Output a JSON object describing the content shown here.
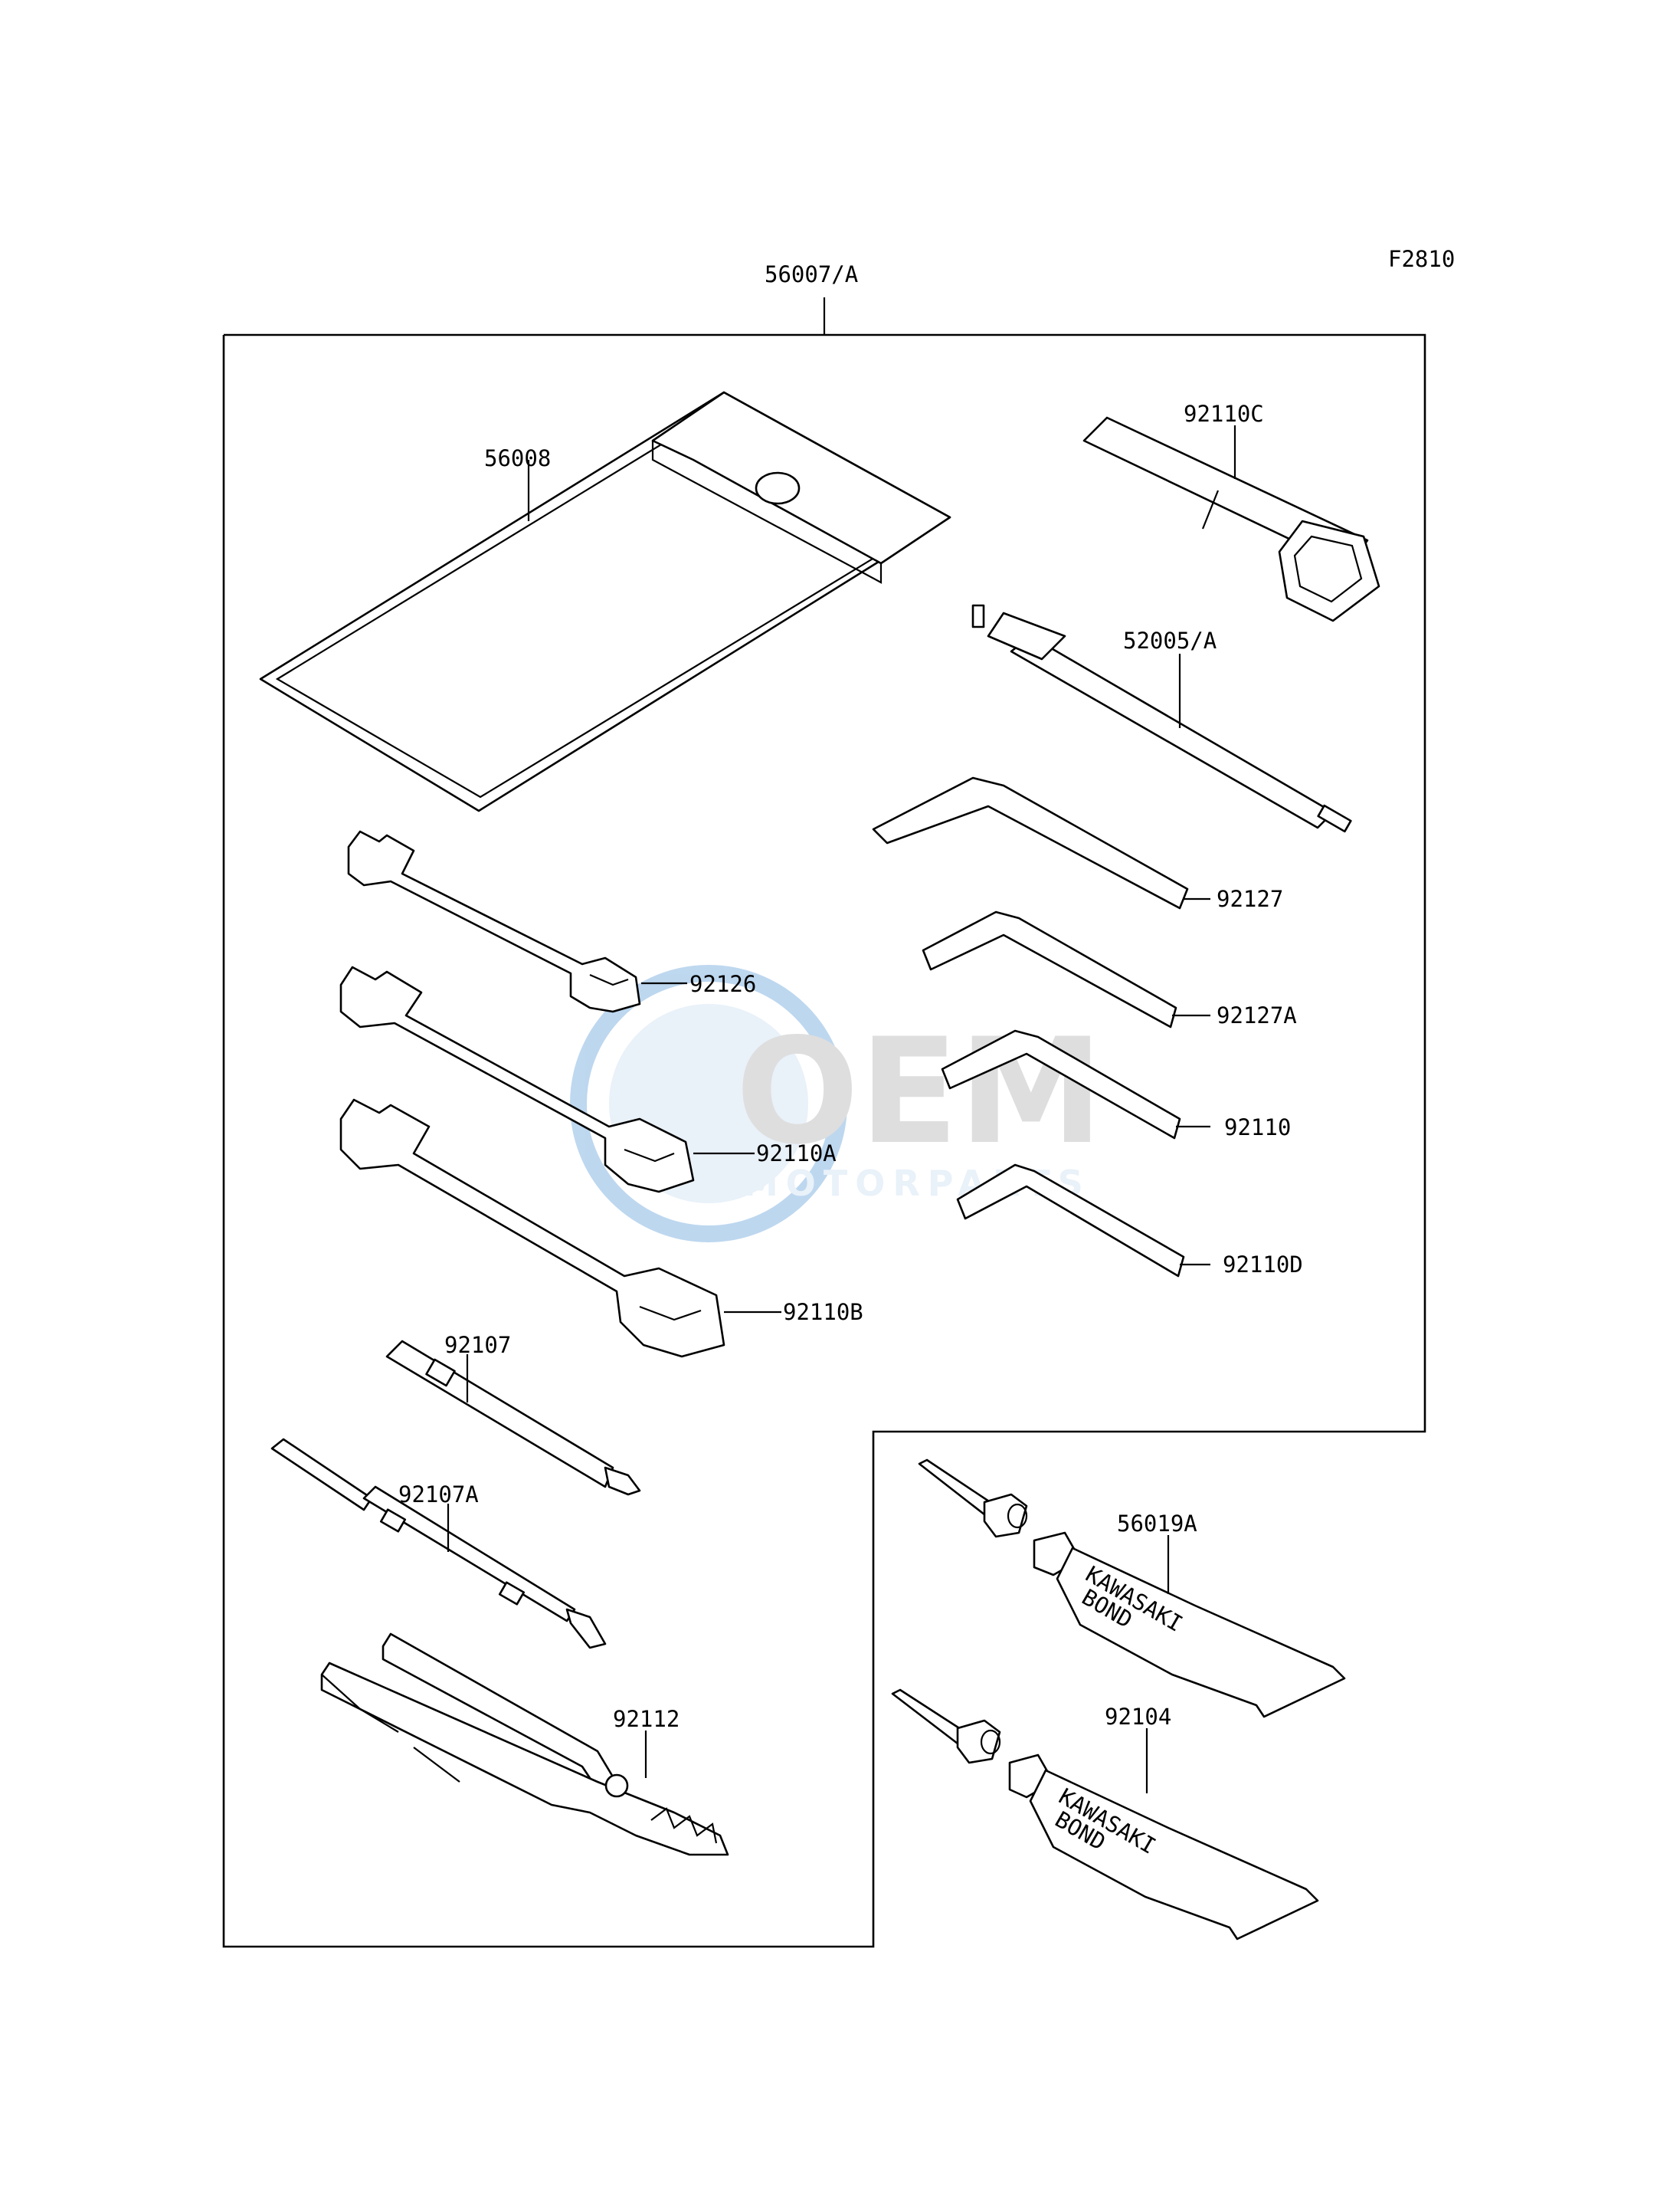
{
  "figure_code": "F2810",
  "watermark": {
    "brand": "OEM",
    "sub": "MOTORPARTS"
  },
  "parts": {
    "kit": "56007/A",
    "pouch": "56008",
    "plug_wrench": "92110C",
    "gauge": "52005/A",
    "hex_key_1": "92127",
    "hex_key_2": "92127A",
    "hex_key_3": "92110",
    "hex_key_4": "92110D",
    "wrench_1": "92126",
    "wrench_2": "92110A",
    "wrench_3": "92110B",
    "screwdriver_bit": "92107",
    "screwdriver": "92107A",
    "pliers": "92112",
    "bond_1": "56019A",
    "bond_2": "92104"
  },
  "tube_text": {
    "line1": "KAWASAKI",
    "line2": "BOND"
  },
  "colors": {
    "line": "#000000",
    "watermark_blue": "#6fa8dc",
    "watermark_gray": "#b7b7b7"
  }
}
